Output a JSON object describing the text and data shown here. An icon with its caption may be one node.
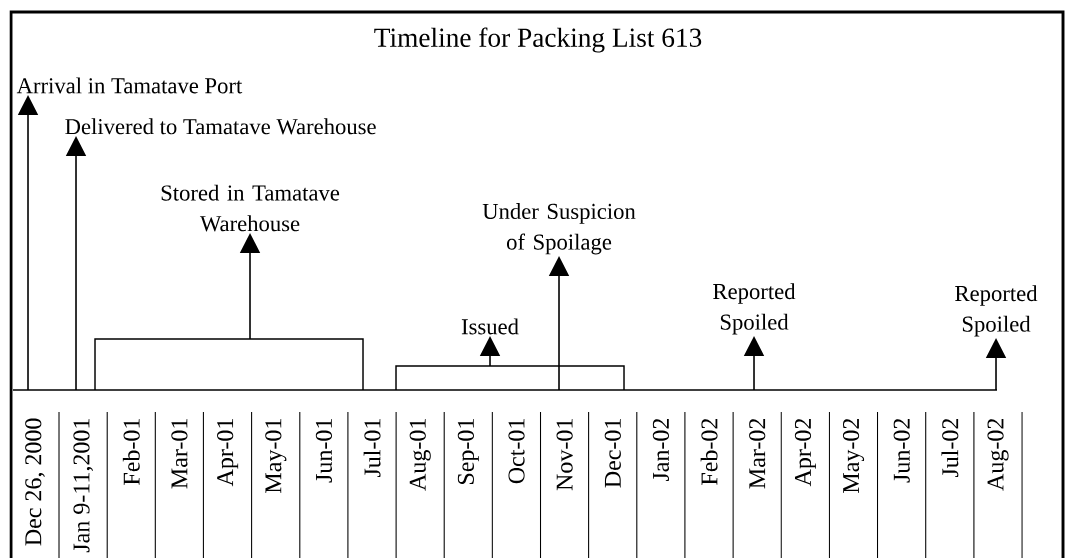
{
  "diagram": {
    "title": "Timeline for Packing List 613",
    "nodes": [
      {
        "text": [
          "Arrival in Tamatave Port"
        ]
      },
      {
        "text": [
          "Delivered to Tamatave Warehouse"
        ]
      },
      {
        "text": [
          "Stored in Tamatave Warehouse"
        ]
      },
      {
        "text": [
          "Under Suspicion of Spoilage"
        ]
      },
      {
        "text": [
          "Issued"
        ]
      },
      {
        "text": [
          "Reported Spoiled"
        ]
      },
      {
        "text": [
          "Reported Spoiled"
        ]
      },
      {
        "text": [],
        "shape": "bracket"
      },
      {
        "text": [],
        "shape": "bracket"
      }
    ],
    "edges": [
      {
        "from": null,
        "to": 0,
        "arrow": "to"
      },
      {
        "from": null,
        "to": 1,
        "arrow": "to"
      },
      {
        "from": 7,
        "to": 2,
        "arrow": "to"
      },
      {
        "from": 8,
        "to": 3,
        "arrow": "to"
      },
      {
        "from": 8,
        "to": 4,
        "arrow": "to"
      },
      {
        "from": null,
        "to": 5,
        "arrow": "to"
      },
      {
        "from": null,
        "to": 6,
        "arrow": "to"
      }
    ],
    "labels": [
      "Dec 26, 2000",
      "Jan 9-11,2001",
      "Feb-01",
      "Mar-01",
      "Apr-01",
      "May-01",
      "Jun-01",
      "Jul-01",
      "Aug-01",
      "Sep-01",
      "Oct-01",
      "Nov-01",
      "Dec-01",
      "Jan-02",
      "Feb-02",
      "Mar-02",
      "Apr-02",
      "May-02",
      "Jun-02",
      "Jul-02",
      "Aug-02"
    ]
  }
}
